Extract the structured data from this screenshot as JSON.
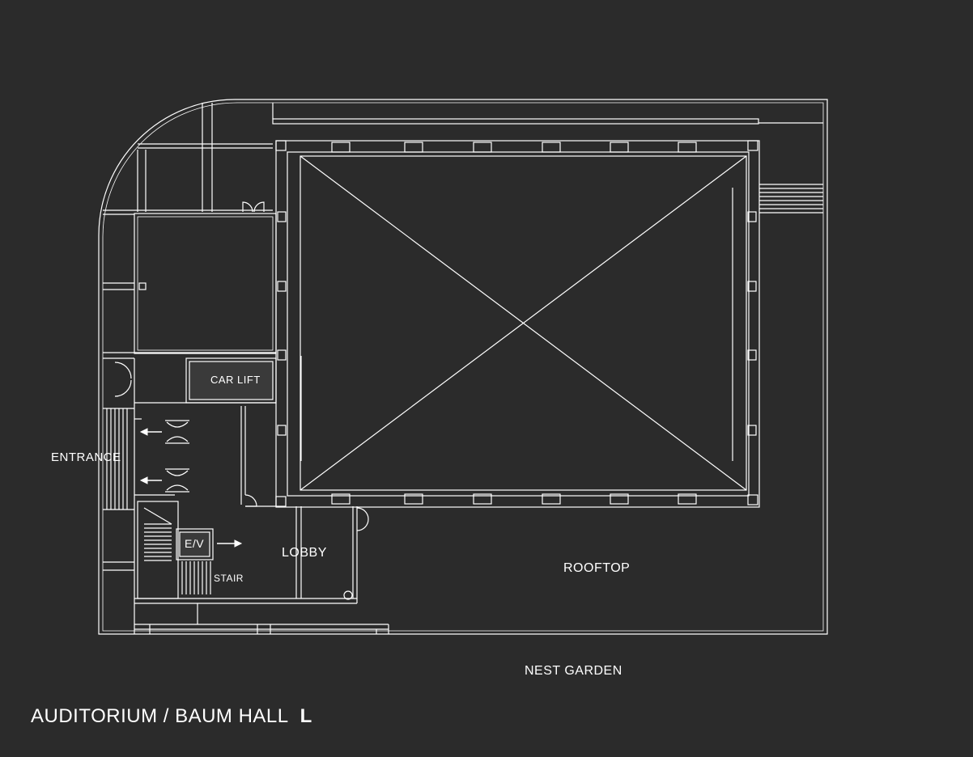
{
  "colors": {
    "background": "#2b2b2b",
    "line": "#ffffff",
    "lift_fill": "#3a3a3a"
  },
  "labels": {
    "car_lift": "CAR LIFT",
    "entrance": "ENTRANCE",
    "ev": "E/V",
    "lobby": "LOBBY",
    "stair": "STAIR",
    "rooftop": "ROOFTOP",
    "nest_garden": "NEST GARDEN"
  },
  "title": {
    "main": "AUDITORIUM / BAUM HALL",
    "suffix": "L"
  }
}
